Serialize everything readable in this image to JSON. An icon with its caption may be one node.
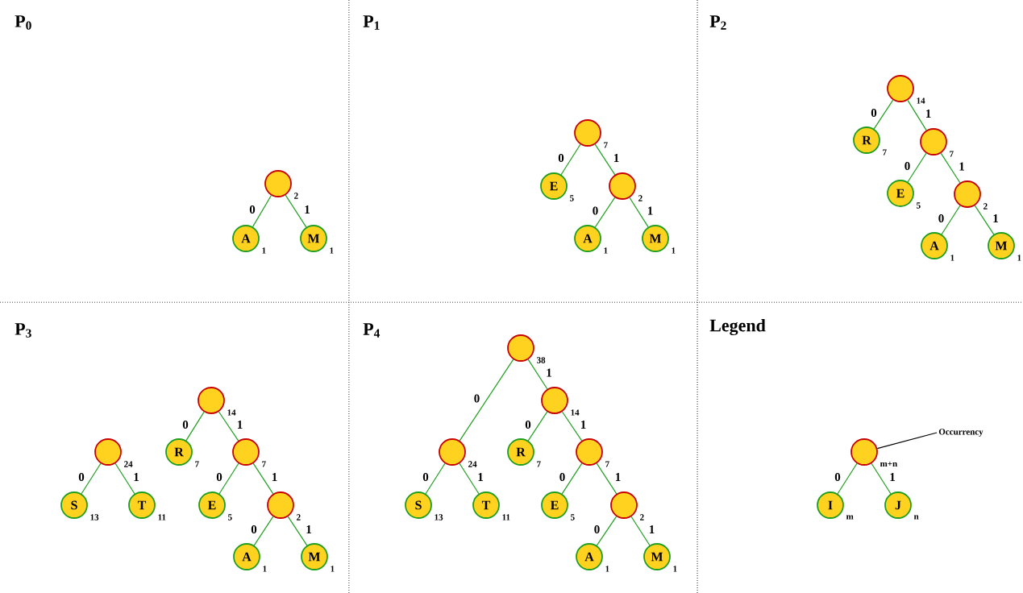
{
  "diagram": {
    "nodes": [
      {
        "text": [],
        "shape": "circle",
        "beside": [
          "2"
        ]
      },
      {
        "text": [
          "A"
        ],
        "beside": [
          "1"
        ]
      },
      {
        "text": [
          "M"
        ],
        "beside": [
          "1"
        ]
      },
      {
        "text": [],
        "shape": "circle",
        "beside": [
          "7"
        ]
      },
      {
        "text": [
          "E"
        ],
        "beside": [
          "5"
        ]
      },
      {
        "text": [],
        "shape": "circle",
        "beside": [
          "2"
        ]
      },
      {
        "text": [
          "A"
        ],
        "beside": [
          "1"
        ]
      },
      {
        "text": [
          "M"
        ],
        "beside": [
          "1"
        ]
      },
      {
        "text": [],
        "shape": "circle",
        "beside": [
          "14"
        ]
      },
      {
        "text": [
          "R"
        ],
        "beside": [
          "7"
        ]
      },
      {
        "text": [],
        "shape": "circle",
        "beside": [
          "7"
        ]
      },
      {
        "text": [
          "E"
        ],
        "beside": [
          "5"
        ]
      },
      {
        "text": [],
        "shape": "circle",
        "beside": [
          "2"
        ]
      },
      {
        "text": [
          "A"
        ],
        "beside": [
          "1"
        ]
      },
      {
        "text": [
          "M"
        ],
        "beside": [
          "1"
        ]
      },
      {
        "text": [],
        "shape": "circle",
        "beside": [
          "24"
        ]
      },
      {
        "text": [
          "S"
        ],
        "beside": [
          "13"
        ]
      },
      {
        "text": [
          "T"
        ],
        "beside": [
          "11"
        ]
      },
      {
        "text": [],
        "shape": "circle",
        "beside": [
          "14"
        ]
      },
      {
        "text": [
          "R"
        ],
        "beside": [
          "7"
        ]
      },
      {
        "text": [],
        "shape": "circle",
        "beside": [
          "7"
        ]
      },
      {
        "text": [
          "E"
        ],
        "beside": [
          "5"
        ]
      },
      {
        "text": [],
        "shape": "circle",
        "beside": [
          "2"
        ]
      },
      {
        "text": [
          "A"
        ],
        "beside": [
          "1"
        ]
      },
      {
        "text": [
          "M"
        ],
        "beside": [
          "1"
        ]
      },
      {
        "text": [],
        "shape": "circle",
        "beside": [
          "38"
        ]
      },
      {
        "text": [],
        "shape": "circle",
        "beside": [
          "24"
        ]
      },
      {
        "text": [
          "S"
        ],
        "beside": [
          "13"
        ]
      },
      {
        "text": [
          "T"
        ],
        "beside": [
          "11"
        ]
      },
      {
        "text": [],
        "shape": "circle",
        "beside": [
          "14"
        ]
      },
      {
        "text": [
          "R"
        ],
        "beside": [
          "7"
        ]
      },
      {
        "text": [],
        "shape": "circle",
        "beside": [
          "7"
        ]
      },
      {
        "text": [
          "E"
        ],
        "beside": [
          "5"
        ]
      },
      {
        "text": [],
        "shape": "circle",
        "beside": [
          "2"
        ]
      },
      {
        "text": [
          "A"
        ],
        "beside": [
          "1"
        ]
      },
      {
        "text": [
          "M"
        ],
        "beside": [
          "1"
        ]
      },
      {
        "text": [],
        "shape": "circle",
        "beside": [
          "m+n"
        ]
      },
      {
        "text": [
          "I"
        ],
        "beside": [
          "m"
        ]
      },
      {
        "text": [
          "J"
        ],
        "beside": [
          "n"
        ]
      },
      {
        "text": [
          "Occurrency"
        ]
      }
    ],
    "edges": [
      {
        "from": 0,
        "to": 1,
        "arrow": "none",
        "label": "0"
      },
      {
        "from": 0,
        "to": 2,
        "arrow": "none",
        "label": "1"
      },
      {
        "from": 3,
        "to": 4,
        "arrow": "none",
        "label": "0"
      },
      {
        "from": 3,
        "to": 5,
        "arrow": "none",
        "label": "1"
      },
      {
        "from": 5,
        "to": 6,
        "arrow": "none",
        "label": "0"
      },
      {
        "from": 5,
        "to": 7,
        "arrow": "none",
        "label": "1"
      },
      {
        "from": 8,
        "to": 9,
        "arrow": "none",
        "label": "0"
      },
      {
        "from": 8,
        "to": 10,
        "arrow": "none",
        "label": "1"
      },
      {
        "from": 10,
        "to": 11,
        "arrow": "none",
        "label": "0"
      },
      {
        "from": 10,
        "to": 12,
        "arrow": "none",
        "label": "1"
      },
      {
        "from": 12,
        "to": 13,
        "arrow": "none",
        "label": "0"
      },
      {
        "from": 12,
        "to": 14,
        "arrow": "none",
        "label": "1"
      },
      {
        "from": 15,
        "to": 16,
        "arrow": "none",
        "label": "0"
      },
      {
        "from": 15,
        "to": 17,
        "arrow": "none",
        "label": "1"
      },
      {
        "from": 18,
        "to": 19,
        "arrow": "none",
        "label": "0"
      },
      {
        "from": 18,
        "to": 20,
        "arrow": "none",
        "label": "1"
      },
      {
        "from": 20,
        "to": 21,
        "arrow": "none",
        "label": "0"
      },
      {
        "from": 20,
        "to": 22,
        "arrow": "none",
        "label": "1"
      },
      {
        "from": 22,
        "to": 23,
        "arrow": "none",
        "label": "0"
      },
      {
        "from": 22,
        "to": 24,
        "arrow": "none",
        "label": "1"
      },
      {
        "from": 25,
        "to": 26,
        "arrow": "none",
        "label": "0"
      },
      {
        "from": 25,
        "to": 29,
        "arrow": "none",
        "label": "1"
      },
      {
        "from": 26,
        "to": 27,
        "arrow": "none",
        "label": "0"
      },
      {
        "from": 26,
        "to": 28,
        "arrow": "none",
        "label": "1"
      },
      {
        "from": 29,
        "to": 30,
        "arrow": "none",
        "label": "0"
      },
      {
        "from": 29,
        "to": 31,
        "arrow": "none",
        "label": "1"
      },
      {
        "from": 31,
        "to": 32,
        "arrow": "none",
        "label": "0"
      },
      {
        "from": 31,
        "to": 33,
        "arrow": "none",
        "label": "1"
      },
      {
        "from": 33,
        "to": 34,
        "arrow": "none",
        "label": "0"
      },
      {
        "from": 33,
        "to": 35,
        "arrow": "none",
        "label": "1"
      },
      {
        "from": 36,
        "to": 37,
        "arrow": "none",
        "label": "0"
      },
      {
        "from": 36,
        "to": 38,
        "arrow": "none",
        "label": "1"
      },
      {
        "from": 39,
        "to": 36,
        "arrow": "none",
        "color": "#000000"
      }
    ],
    "labels": [
      "P$_{0}$",
      "P$_{1}$",
      "P$_{2}$",
      "P$_{3}$",
      "P$_{4}$",
      "Legend"
    ]
  }
}
